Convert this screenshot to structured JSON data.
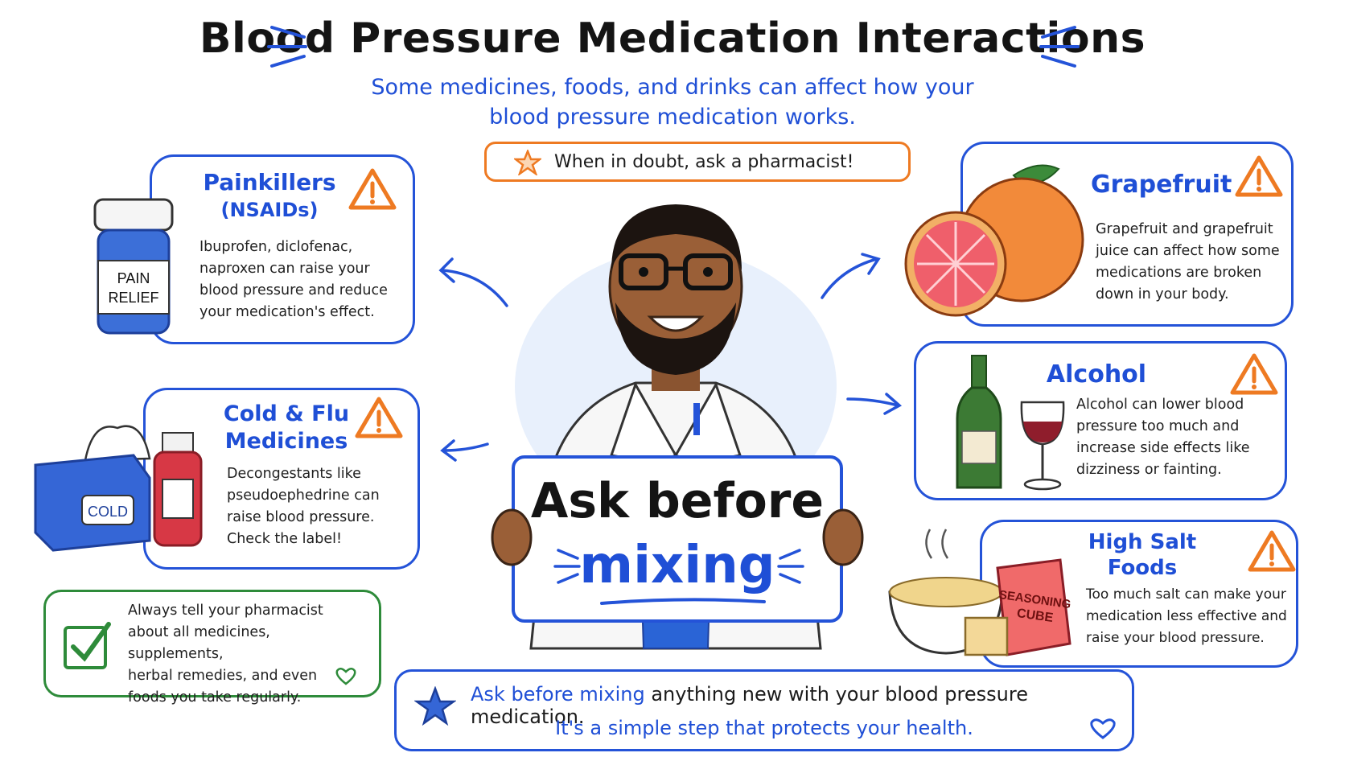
{
  "title": "Blood Pressure Medication Interactions",
  "subtitle_line1": "Some medicines, foods, and drinks can affect how your",
  "subtitle_line2": "blood pressure medication works.",
  "tip": "When in doubt, ask a pharmacist!",
  "sign": {
    "line1": "Ask before",
    "line2": "mixing"
  },
  "painkillers": {
    "title_line1": "Painkillers",
    "title_line2": "(NSAIDs)",
    "jar_label_line1": "PAIN",
    "jar_label_line2": "RELIEF",
    "text": [
      "Ibuprofen, diclofenac,",
      "naproxen can raise your",
      "blood pressure and reduce",
      "your medication's effect."
    ]
  },
  "coldflu": {
    "title_line1": "Cold & Flu",
    "title_line2": "Medicines",
    "tissue_label": "COLD",
    "text": [
      "Decongestants like",
      "pseudoephedrine can",
      "raise blood pressure.",
      "Check the label!"
    ]
  },
  "grapefruit": {
    "title": "Grapefruit",
    "text": [
      "Grapefruit and grapefruit",
      "juice can affect how some",
      "medications are broken",
      "down in your body."
    ]
  },
  "alcohol": {
    "title": "Alcohol",
    "text": [
      "Alcohol can lower blood",
      "pressure too much and",
      "increase side effects like",
      "dizziness or fainting."
    ]
  },
  "salt": {
    "title_line1": "High Salt",
    "title_line2": "Foods",
    "packet_line1": "SEASONING",
    "packet_line2": "CUBE",
    "text": [
      "Too much salt can make your",
      "medication less effective and",
      "raise your blood pressure."
    ]
  },
  "reminder": [
    "Always tell your pharmacist",
    "about all medicines, supplements,",
    "herbal remedies, and even",
    "foods you take regularly."
  ],
  "footer": {
    "line1_highlight": "Ask before mixing",
    "line1_rest": " anything new with your blood pressure medication.",
    "line2": "It's a simple step that protects your health."
  },
  "colors": {
    "blue": "#2453d8",
    "orange": "#ee7a22",
    "green": "#2e8b3a"
  }
}
